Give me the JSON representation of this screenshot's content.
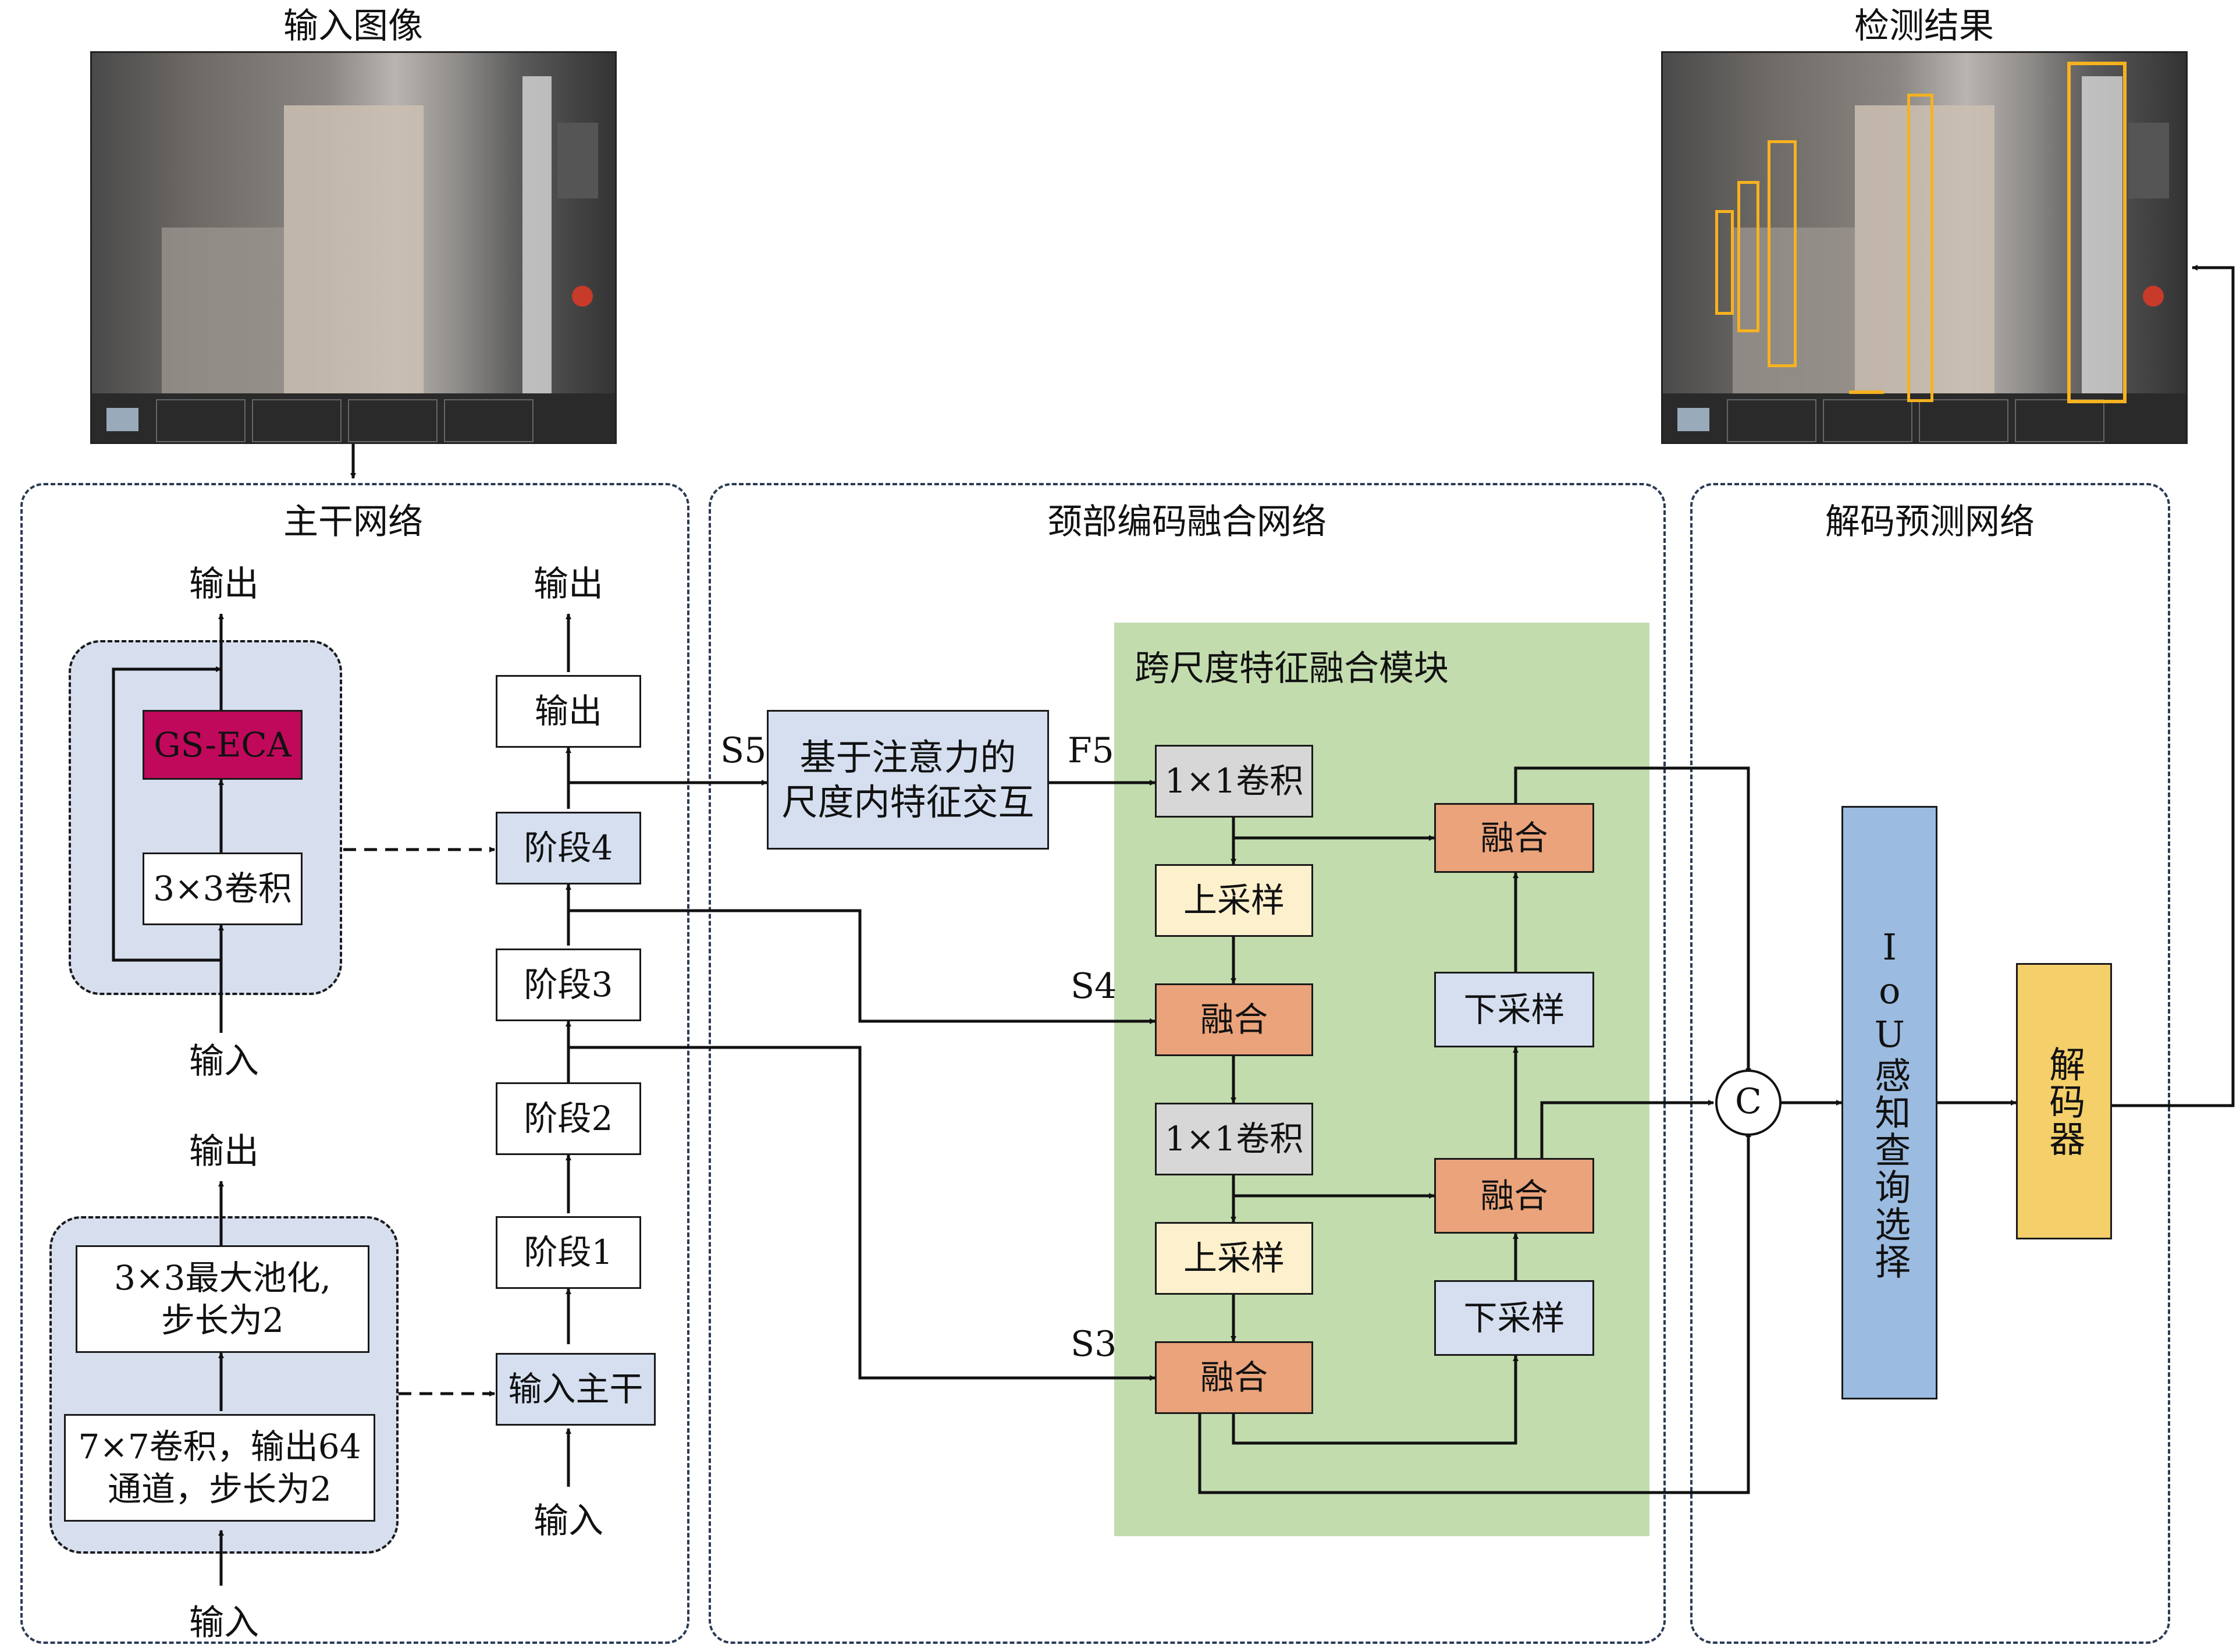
{
  "titles": {
    "input_image": "输入图像",
    "detection_result": "检测结果"
  },
  "regions": {
    "backbone": "主干网络",
    "neck": "颈部编码融合网络",
    "decoder": "解码预测网络"
  },
  "backbone_stack": {
    "output_label": "输出",
    "output_box": "输出",
    "stage4": "阶段4",
    "stage3": "阶段3",
    "stage2": "阶段2",
    "stage1": "阶段1",
    "stem": "输入主干",
    "input_label": "输入"
  },
  "stage_detail": {
    "output_label": "输出",
    "gs_eca": "GS-ECA",
    "conv3x3": "3×3卷积",
    "input_label": "输入"
  },
  "stem_detail": {
    "output_label": "输出",
    "maxpool": "3×3最大池化，步长为2",
    "maxpool_line1": "3×3最大池化,",
    "maxpool_line2": "步长为2",
    "conv7_line1": "7×7卷积，输出64",
    "conv7_line2": "通道，步长为2",
    "input_label": "输入"
  },
  "neck": {
    "aifi_line1": "基于注意力的",
    "aifi_line2": "尺度内特征交互",
    "s5": "S5",
    "f5": "F5",
    "s4": "S4",
    "s3": "S3",
    "ccff_title": "跨尺度特征融合模块",
    "conv1x1_a": "1×1卷积",
    "upsample_a": "上采样",
    "fuse_s4": "融合",
    "conv1x1_b": "1×1卷积",
    "upsample_b": "上采样",
    "fuse_s3": "融合",
    "downsample_b": "下采样",
    "fuse_mid": "融合",
    "downsample_a": "下采样",
    "fuse_top": "融合"
  },
  "decoder": {
    "concat": "C",
    "query_select": "IoU感知查询选择",
    "decoder_box": "解码器"
  },
  "colors": {
    "stage_blue": "#d5dff0",
    "gs_eca_red": "#c0095a",
    "fuse_orange": "#eaa37a",
    "upsample_yellow": "#fdf0cc",
    "conv_gray": "#d7d7d7",
    "ccff_green": "#c3dcae",
    "query_blue": "#9bbbe0",
    "decoder_yellow": "#f4cf6a",
    "detect_box_orange": "#f7b21f"
  }
}
